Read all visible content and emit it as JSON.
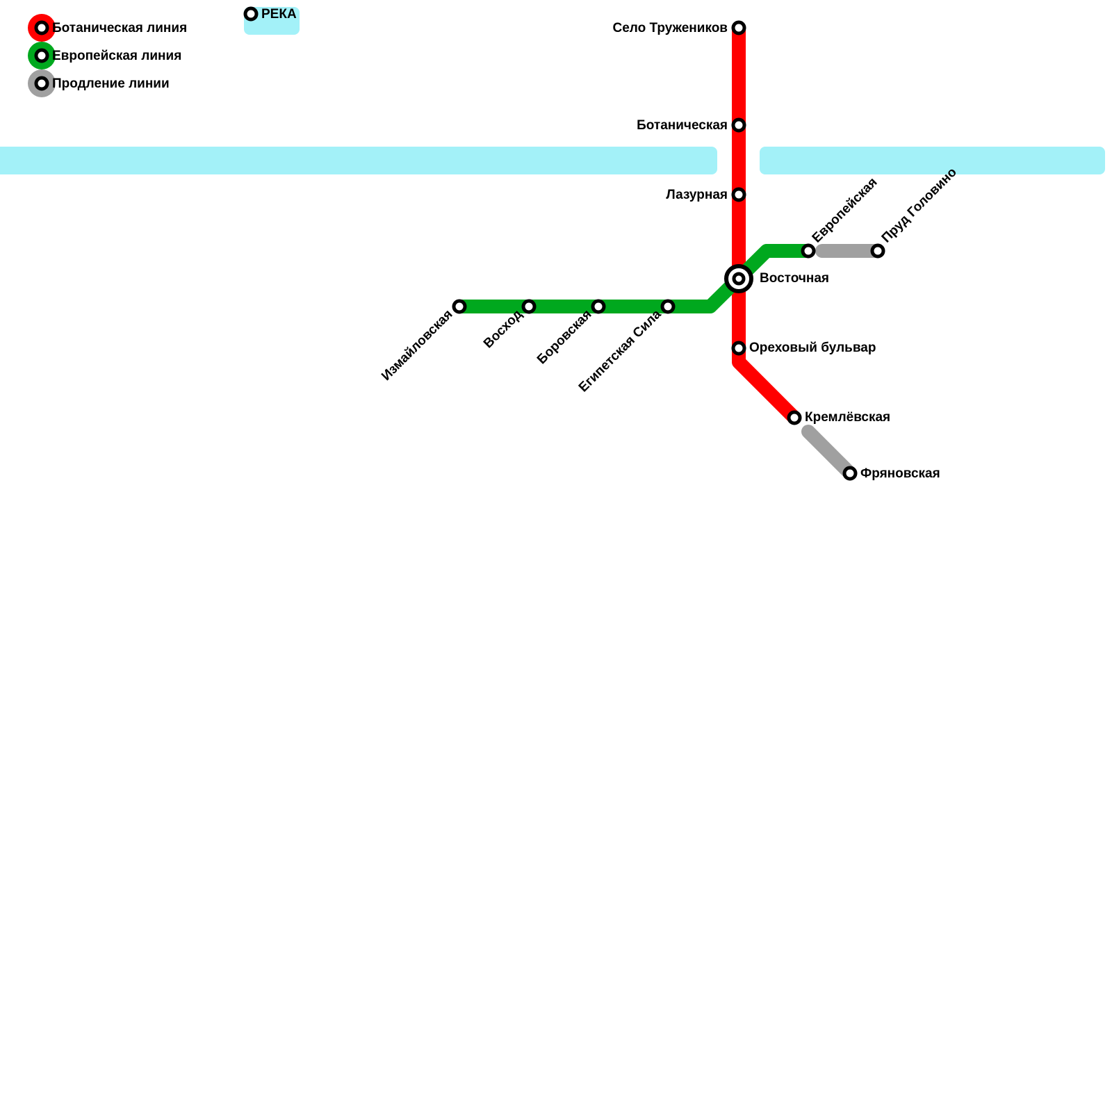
{
  "map": {
    "colors": {
      "red_line": "#ff0000",
      "green_line": "#00a81e",
      "extension": "#a0a0a0",
      "river": "#a3f1f8",
      "station_ring": "#000000",
      "station_fill": "#ffffff"
    },
    "legend": [
      {
        "label": "Ботаническая линия",
        "color": "#ff0000"
      },
      {
        "label": "Европейская линия",
        "color": "#00a81e"
      },
      {
        "label": "Продление линии",
        "color": "#a0a0a0"
      }
    ],
    "river_legend": {
      "label": "РЕКА"
    },
    "lines": {
      "botanical": {
        "name": "Ботаническая линия",
        "stations": [
          "Село Тружеников",
          "Ботаническая",
          "Лазурная",
          "Восточная",
          "Ореховый бульвар",
          "Кремлёвская"
        ],
        "extension": [
          "Кремлёвская",
          "Фряновская"
        ]
      },
      "european": {
        "name": "Европейская линия",
        "stations": [
          "Измайловская",
          "Восход",
          "Боровская",
          "Египетская Сила",
          "Восточная",
          "Европейская"
        ],
        "extension": [
          "Европейская",
          "Пруд Головино"
        ]
      }
    },
    "stations": {
      "selo": "Село Тружеников",
      "botanicheskaya": "Ботаническая",
      "lazurnaya": "Лазурная",
      "vostochnaya": "Восточная",
      "orekhovy": "Ореховый бульвар",
      "kremlyovskaya": "Кремлёвская",
      "fryanovskaya": "Фряновская",
      "izmaylovskaya": "Измайловская",
      "voskhod": "Восход",
      "borovskaya": "Боровская",
      "egipetskaya": "Египетская Сила",
      "evropeyskaya": "Европейская",
      "prud": "Пруд Головино"
    }
  }
}
